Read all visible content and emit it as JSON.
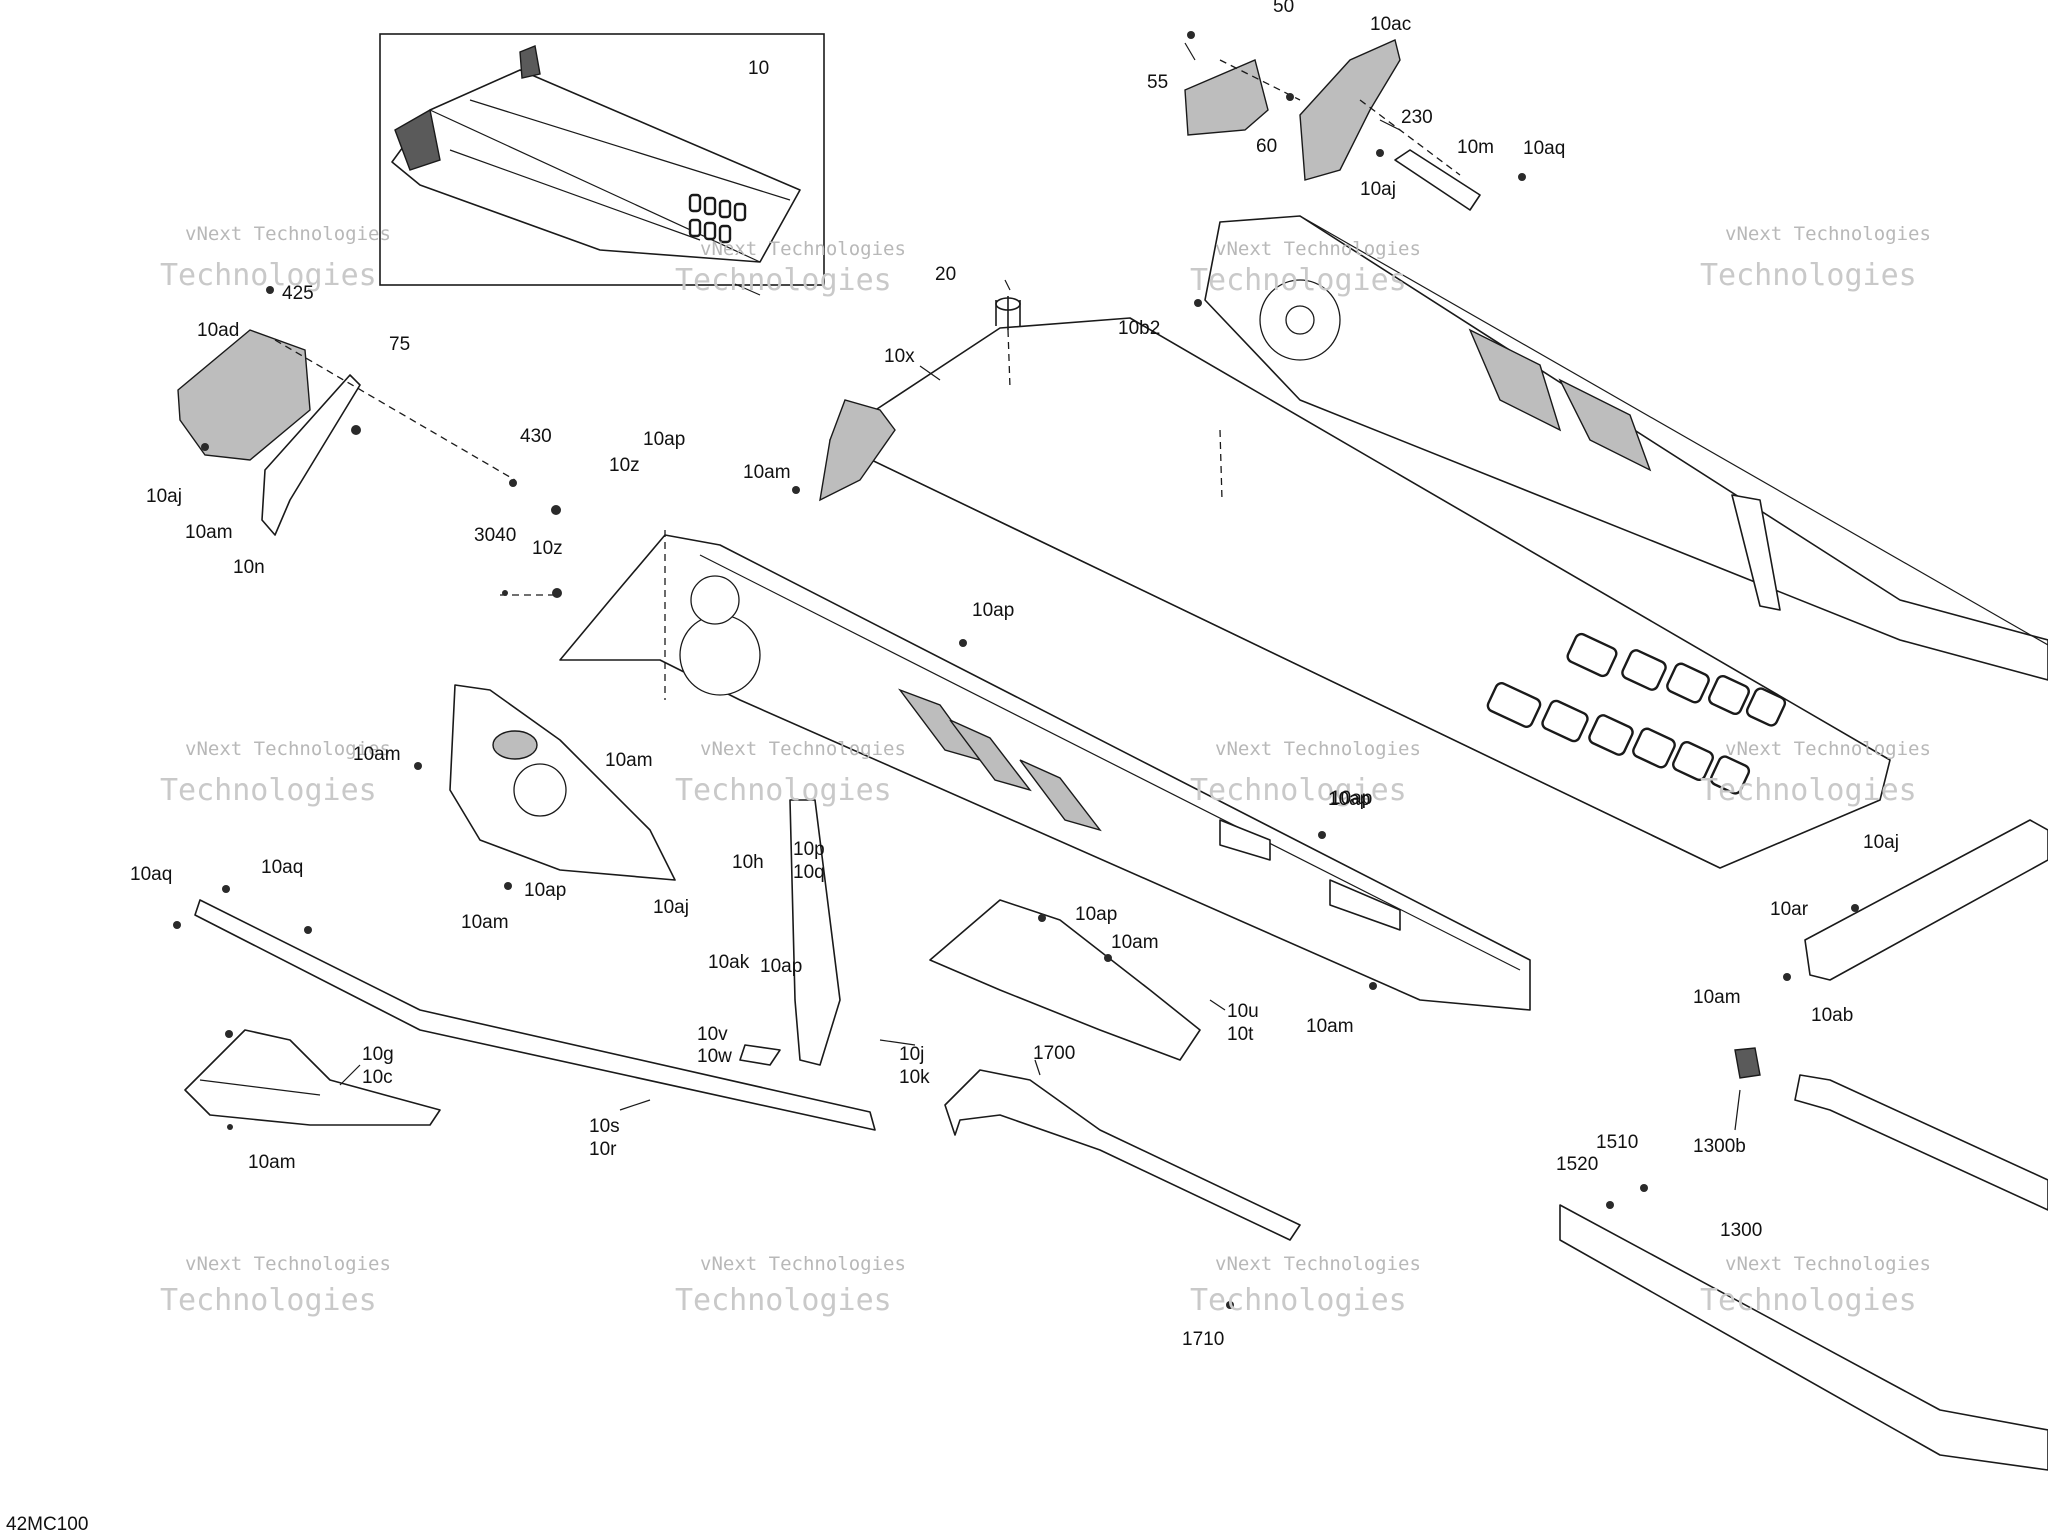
{
  "diagram_code": "42MC100",
  "watermark": {
    "line1": "vNext Technologies",
    "line2": "Technologies"
  },
  "callouts": [
    {
      "id": "c-10",
      "label": "10"
    },
    {
      "id": "c-50",
      "label": "50"
    },
    {
      "id": "c-10ac",
      "label": "10ac"
    },
    {
      "id": "c-55",
      "label": "55"
    },
    {
      "id": "c-60",
      "label": "60"
    },
    {
      "id": "c-230",
      "label": "230"
    },
    {
      "id": "c-10m",
      "label": "10m"
    },
    {
      "id": "c-10aq-top",
      "label": "10aq"
    },
    {
      "id": "c-10aj-top",
      "label": "10aj"
    },
    {
      "id": "c-425",
      "label": "425"
    },
    {
      "id": "c-10ad",
      "label": "10ad"
    },
    {
      "id": "c-75",
      "label": "75"
    },
    {
      "id": "c-430",
      "label": "430"
    },
    {
      "id": "c-10aj-left",
      "label": "10aj"
    },
    {
      "id": "c-10am-left",
      "label": "10am"
    },
    {
      "id": "c-10n",
      "label": "10n"
    },
    {
      "id": "c-20",
      "label": "20"
    },
    {
      "id": "c-10x",
      "label": "10x"
    },
    {
      "id": "c-10b2",
      "label": "10b2"
    },
    {
      "id": "c-10ap-1",
      "label": "10ap"
    },
    {
      "id": "c-10z-1",
      "label": "10z"
    },
    {
      "id": "c-10am-2",
      "label": "10am"
    },
    {
      "id": "c-3040",
      "label": "3040"
    },
    {
      "id": "c-10z-2",
      "label": "10z"
    },
    {
      "id": "c-10ap-2",
      "label": "10ap"
    },
    {
      "id": "c-10am-3",
      "label": "10am"
    },
    {
      "id": "c-10am-4",
      "label": "10am"
    },
    {
      "id": "c-10h",
      "label": "10h"
    },
    {
      "id": "c-10p",
      "label": "10p"
    },
    {
      "id": "c-10q",
      "label": "10q"
    },
    {
      "id": "c-10ap-3",
      "label": "10ap"
    },
    {
      "id": "c-10aq-1",
      "label": "10aq"
    },
    {
      "id": "c-10aq-2",
      "label": "10aq"
    },
    {
      "id": "c-10ap-4",
      "label": "10ap"
    },
    {
      "id": "c-10am-5",
      "label": "10am"
    },
    {
      "id": "c-10aj-2",
      "label": "10aj"
    },
    {
      "id": "c-10ap-5",
      "label": "10ap"
    },
    {
      "id": "c-10ak",
      "label": "10ak"
    },
    {
      "id": "c-10v",
      "label": "10v"
    },
    {
      "id": "c-10w",
      "label": "10w"
    },
    {
      "id": "c-10j",
      "label": "10j"
    },
    {
      "id": "c-10k",
      "label": "10k"
    },
    {
      "id": "c-10ap-6",
      "label": "10ap"
    },
    {
      "id": "c-10am-6",
      "label": "10am"
    },
    {
      "id": "c-10u",
      "label": "10u"
    },
    {
      "id": "c-10t",
      "label": "10t"
    },
    {
      "id": "c-10ap-7",
      "label": "10ap"
    },
    {
      "id": "c-10am-7",
      "label": "10am"
    },
    {
      "id": "c-10aj-3",
      "label": "10aj"
    },
    {
      "id": "c-10ar",
      "label": "10ar"
    },
    {
      "id": "c-10am-8",
      "label": "10am"
    },
    {
      "id": "c-10ab",
      "label": "10ab"
    },
    {
      "id": "c-10g",
      "label": "10g"
    },
    {
      "id": "c-10c",
      "label": "10c"
    },
    {
      "id": "c-10am-9",
      "label": "10am"
    },
    {
      "id": "c-10s",
      "label": "10s"
    },
    {
      "id": "c-10r",
      "label": "10r"
    },
    {
      "id": "c-1700",
      "label": "1700"
    },
    {
      "id": "c-1710",
      "label": "1710"
    },
    {
      "id": "c-1300b",
      "label": "1300b"
    },
    {
      "id": "c-1510",
      "label": "1510"
    },
    {
      "id": "c-1520",
      "label": "1520"
    },
    {
      "id": "c-1300",
      "label": "1300"
    }
  ]
}
